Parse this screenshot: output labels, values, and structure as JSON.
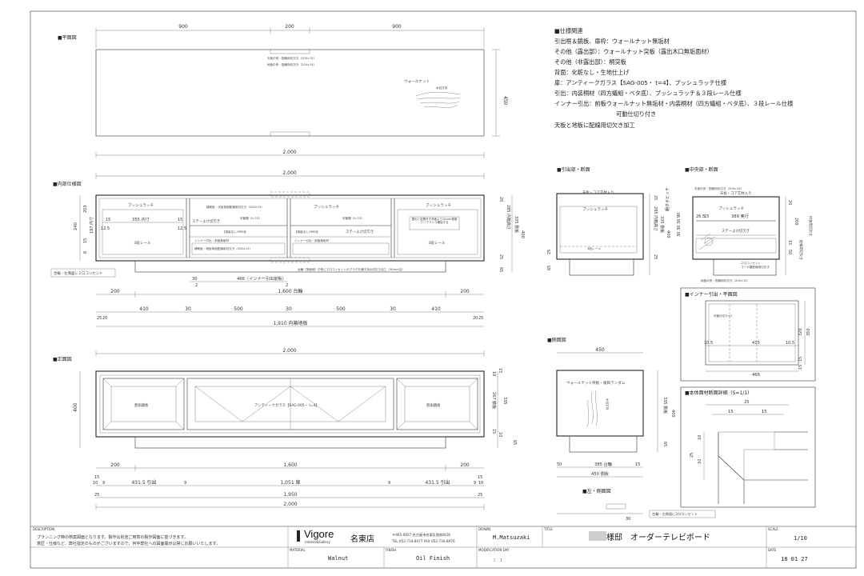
{
  "views": {
    "plan": "■平面図",
    "inner": "■内部仕様図",
    "front": "■正面図",
    "drawer_sec": "■引出部・断面",
    "center_sec": "■中央部・断面",
    "inner_drawer": "■インナー引出・平面図",
    "side": "■側面図",
    "side_left": "■左・側面図",
    "detail": "■本体面材断面詳細（S=1/1）"
  },
  "spec": {
    "heading": "■仕様関連",
    "lines": [
      "引出框＆鏡板、扉枠：ウォールナット無垢材",
      "その他（露出部）：ウォールナット突板（露出木口無垢面材）",
      "その他（非露出部）：桐突板",
      "背面：化粧なし・生地仕上げ",
      "扉：アンティークガラス【SAG-005・ t=4】、プッシュラッチ仕様",
      "引出：内装桐材（四方蟻組・ベタ底）、プッシュラッチ＆３段レール仕様",
      "インナー引出：前板ウォールナット無垢材・内装桐材（四方蟻組・ベタ底）、３段レール仕様",
      "可動仕切り付き",
      "天板と地板に配線用切欠き加工"
    ]
  },
  "plan": {
    "top": [
      "900",
      "200",
      "900"
    ],
    "depth": "450",
    "total": "2,000",
    "walnut": "ウォールナット",
    "grain": "木目方向",
    "note1": "天板中央・配線用切欠き（200×15）",
    "note2": "地板中央・配線用切欠き（200×15）"
  },
  "inner": {
    "top": "2,000",
    "push1": "プッシュラッチ",
    "push2": "プッシュラッチ",
    "push3": "プッシュラッチ",
    "notch1": "補助板・天板背面配線用切欠き（200×15）",
    "stay1": "ステーよけ切欠き",
    "stay2": "ステーよけ切欠き",
    "shelf1": "可動棚（t=15）",
    "shelf2": "可動棚（t=15）",
    "nodoor1": "【背板なしOPEN】",
    "nodoor2": "【背板なしOPEN】",
    "innerdrawer1": "インナー引出・前板無垢材",
    "innerdrawer2": "インナー引出・前板無垢材",
    "notch2": "補助板・地板背面配線用切欠き（200×15）",
    "rail1": "3段レール",
    "rail2": "3段レール",
    "box": "露出と密着外す背面より10mm程度クリアランス確保する",
    "in355": "355 内寸",
    "d15a": "15",
    "d15b": "15",
    "d125a": "12.5",
    "d125b": "12.5",
    "left_dims": [
      "240",
      "203",
      "15",
      "6",
      "197 内寸"
    ],
    "right_dims": [
      "400",
      "335 側板",
      "285 内箱高さ",
      "20",
      "25",
      "65"
    ],
    "mid_dims": [
      "30",
      "466（インナー引出前板）",
      "2",
      "2"
    ],
    "bottom_dims": [
      "200",
      "1,600 台輪",
      "200"
    ],
    "outlet_note": "台輪・左側面に２口コンセント",
    "outlet_note2": "台輪（背面側）中央に２口コンセントのプラグを通す用の切欠き加工（30mm丸）",
    "row2": [
      "25",
      "20",
      "410",
      "30",
      "500",
      "30",
      "500",
      "30",
      "410",
      "20",
      "25"
    ],
    "floor": "1,910 内箱地板"
  },
  "front": {
    "top": "2,000",
    "glass": "アンティークガラス【SAG-005・ t=4】",
    "kagami1": "無垢鏡板",
    "kagami2": "無垢鏡板",
    "height": "400",
    "right_dims": [
      "10",
      "15",
      "267 鏡板",
      "335",
      "15",
      "10",
      "65"
    ],
    "base": [
      "200",
      "1,600",
      "200"
    ],
    "row1": [
      "15",
      "10",
      "9",
      "431.5 引出",
      "9",
      "1,051 扉",
      "9",
      "431.5 引出",
      "9",
      "10",
      "15"
    ],
    "total1": "1,950",
    "total2": "2,000",
    "d25a": "25",
    "d25b": "25"
  },
  "sec1": {
    "top": "天板・コア芯材入り",
    "push": "プッシュラッチ",
    "rail": "3段レール",
    "d25": "25",
    "d65": "65",
    "side": [
      "400",
      "335 側板",
      "285 内箱高さ",
      "25",
      "25"
    ]
  },
  "sec2": {
    "top": "天板・コア芯材入り",
    "note": "天板中央・配線用切欠き（200×15）",
    "push": "プッシュラッチ",
    "stay": "ステーよけ切欠き",
    "w389": "389 奥行",
    "d15": "15",
    "d265": "26.5",
    "pitch": "30 30 30 90",
    "pitchlbl": "棚ダボピッチ",
    "plug": "２口コンセント",
    "plug2": "コード類配線用切欠き",
    "bot": "地板中央・配線用切欠き（200×15）",
    "right": [
      "20",
      "200",
      "15",
      "50",
      "配線用切欠き",
      "内装用切欠き"
    ]
  },
  "idrawer": {
    "div": "可動仕切り×2",
    "w415": "415",
    "w466": "466",
    "d105a": "10.5",
    "d105b": "10.5",
    "right": [
      "320",
      "350",
      "15",
      "15"
    ]
  },
  "side": {
    "w450": "450",
    "walnut": "ウォールナット突板・縦目ランダム",
    "grain": "木目方向",
    "right": [
      "335 側板",
      "400",
      "65"
    ],
    "bottom": [
      "50",
      "385 台輪",
      "15"
    ],
    "w450b": "450 側板",
    "d30": "30",
    "outlet": "台輪・左側面に2口コンセント"
  },
  "detail": {
    "d25": "25",
    "d15a": "15",
    "d15b": "15",
    "d10a": "10",
    "d10b": "10",
    "d25b": "25"
  },
  "titleblock": {
    "desc_lbl": "DESCRIPTION",
    "desc1": "プランニング時の懸案図面となります。製作は別途ご用意の製作図面に基づきます。",
    "desc2": "意匠・仕様など、弊社指定のものがございますので、何卒弊社への図面開示は禁じお願いいたします。",
    "brand": "Vigore",
    "brand_sub": "interior&Gallery",
    "shop": "名東店",
    "addr1": "〒465-0057 名古屋市名東区陸前町26",
    "addr2": "TEL 052-734-8477  FAX 052-734-8476",
    "drawn_lbl": "DRAWN",
    "drawn": "M.Matsuzaki",
    "title_lbl": "TITLE",
    "title": "様邸　オーダーテレビボード",
    "scale_lbl": "SCALE",
    "scale": "1/10",
    "material_lbl": "MATERIAL",
    "material": "Walnut",
    "finish_lbl": "FINISH",
    "finish": "Oil Finish",
    "mod_lbl": "MODIFICATION DAY",
    "mod": ":    :",
    "date_lbl": "DATE",
    "date": "18  01  27"
  }
}
